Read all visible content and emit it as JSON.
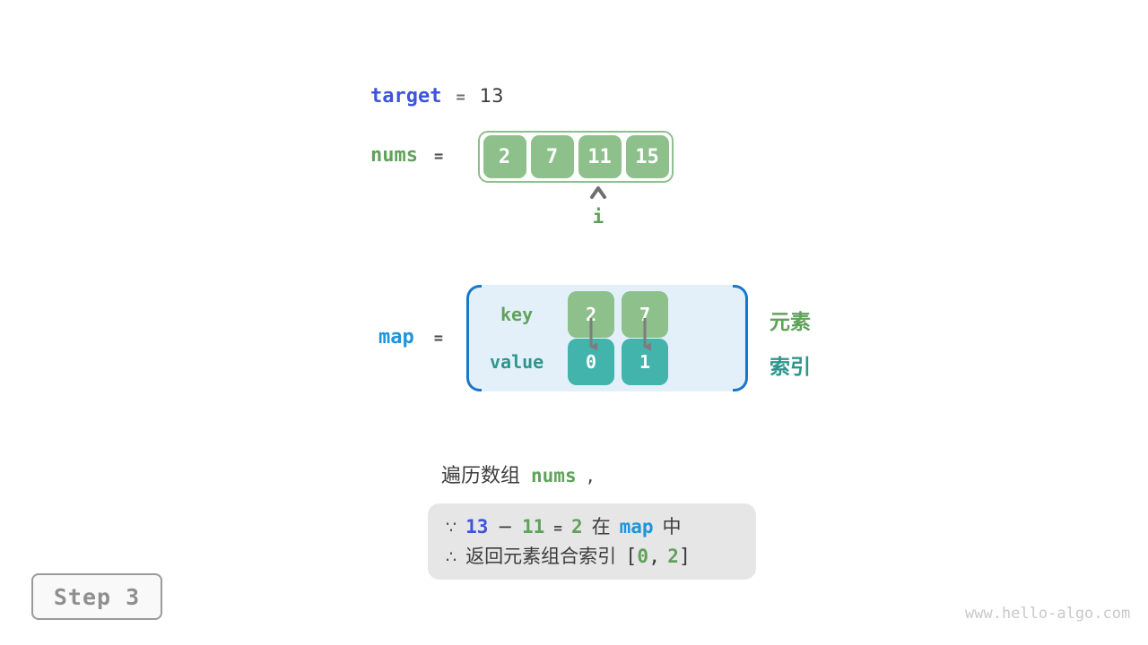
{
  "colors": {
    "royal_blue": "#3d55d8",
    "azure_blue": "#1d94dd",
    "green_text": "#5fa25a",
    "green_fill": "#8dc08b",
    "teal_text": "#2d968c",
    "teal_fill": "#43b4ab",
    "bracket_blue": "#1777cb",
    "map_background": "#e4f0f9",
    "info_background": "#e6e6e6",
    "dark_text": "#3c3c3c",
    "arrow_gray": "#7d7d7d",
    "watermark_gray": "#c9c9c9"
  },
  "target_row": {
    "label": "target",
    "equals": "=",
    "value": "13"
  },
  "nums_row": {
    "label": "nums",
    "equals": "=",
    "cells": [
      "2",
      "7",
      "11",
      "15"
    ],
    "pointer_label": "i",
    "pointer_index": 2
  },
  "map_row": {
    "label": "map",
    "equals": "=",
    "key_label": "key",
    "value_label": "value",
    "keys": [
      "2",
      "7"
    ],
    "values": [
      "0",
      "1"
    ],
    "element_label": "元素",
    "index_label": "索引"
  },
  "caption": {
    "prefix": "遍历数组",
    "code": "nums",
    "suffix": ","
  },
  "info_box": {
    "line1": {
      "because_symbol": "∵",
      "target_value": "13",
      "minus": "−",
      "current_value": "11",
      "equals": "=",
      "complement": "2",
      "in_word": "在",
      "map_word": "map",
      "zhong_word": "中"
    },
    "line2": {
      "therefore_symbol": "∴",
      "text": "返回元素组合索引",
      "bracket_open": "[",
      "index1": "0",
      "comma": ",",
      "index2": "2",
      "bracket_close": "]"
    }
  },
  "step_badge": {
    "label": "Step 3"
  },
  "watermark": "www.hello-algo.com"
}
